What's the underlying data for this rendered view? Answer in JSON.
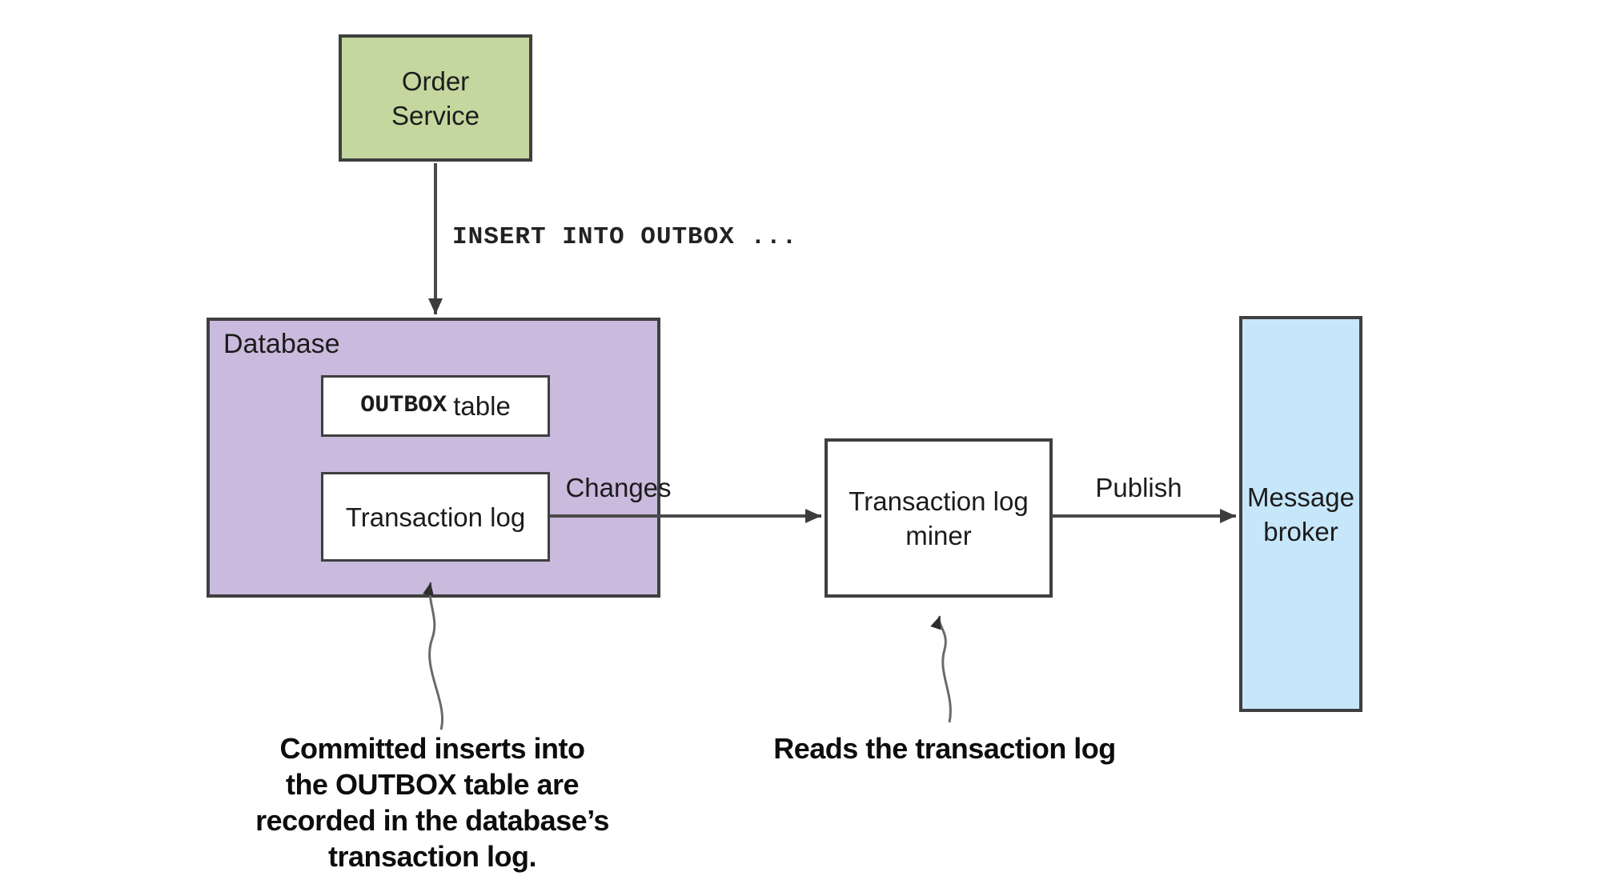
{
  "diagram": {
    "title": "Transaction log tailing / outbox pattern diagram"
  },
  "nodes": {
    "order_service": {
      "label_line1": "Order",
      "label_line2": "Service",
      "fill": "#c3d79e"
    },
    "database": {
      "label": "Database",
      "fill": "#c9bade"
    },
    "outbox_table": {
      "label_mono": "OUTBOX",
      "label_rest": "table",
      "fill": "#ffffff"
    },
    "transaction_log": {
      "label": "Transaction log",
      "fill": "#ffffff"
    },
    "transaction_log_miner": {
      "label_line1": "Transaction log",
      "label_line2": "miner",
      "fill": "#ffffff"
    },
    "message_broker": {
      "label_line1": "Message",
      "label_line2": "broker",
      "fill": "#c6e6fa"
    }
  },
  "edges": {
    "insert": {
      "label": "INSERT INTO OUTBOX ..."
    },
    "changes": {
      "label": "Changes"
    },
    "publish": {
      "label": "Publish"
    }
  },
  "annotations": {
    "left": {
      "lines": [
        "Committed inserts into",
        "the OUTBOX table are",
        "recorded in the database’s",
        "transaction log."
      ]
    },
    "right": {
      "text": "Reads the transaction log"
    }
  },
  "colors": {
    "background": "#ffffff",
    "box_border": "#3f3f3f",
    "arrow": "#4a4a4a",
    "annotation_arrow": "#6a6a6a",
    "order_service_fill": "#c3d79e",
    "database_fill": "#c9bade",
    "message_broker_fill": "#c6e6fa",
    "text": "#1c1c1c"
  }
}
